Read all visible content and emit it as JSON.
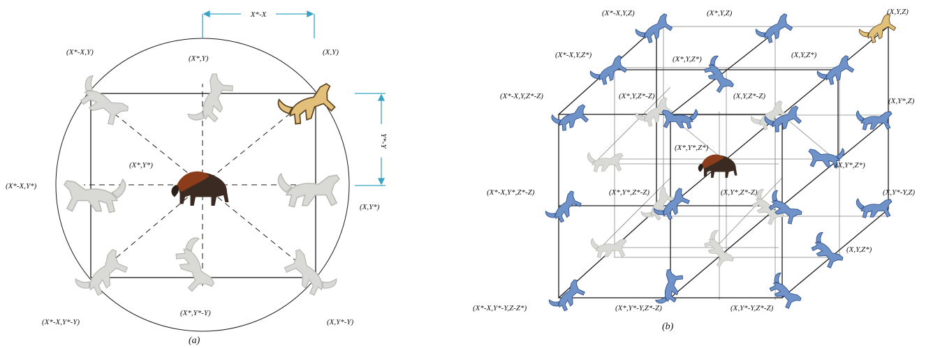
{
  "panel_a": {
    "caption": "(a)",
    "dim_x": "X*-X",
    "dim_y": "Y*-Y",
    "labels": {
      "tl": "(X*-X,Y)",
      "t": "(X*,Y)",
      "tr": "(X,Y)",
      "c": "(X*,Y*)",
      "l": "(X*-X,Y*)",
      "r": "(X,Y*)",
      "bl": "(X*-X,Y*-Y)",
      "b": "(X*,Y*-Y)",
      "br": "(X,Y*-Y)"
    }
  },
  "panel_b": {
    "caption": "(b)",
    "labels": {
      "b_top_left": "(X*-X,Y,Z)",
      "b_top_mid": "(X*,Y,Z)",
      "b_top_right": "(X,Y,Z)",
      "b_mid_left": "(X*-X,Y,Z*)",
      "b_mid_center": "(X*,Y,Z*)",
      "b_mid_right": "(X,Y,Z*)",
      "b_front_tl": "(X*-X,Y,Z*-Z)",
      "b_front_tm": "(X*,Y,Z*-Z)",
      "b_front_tr": "(X,Y,Z*-Z)",
      "b_back_r_mid": "(X,Y*,Z)",
      "b_center": "(X*,Y*,Z*)",
      "b_right_center": "(X,Y*,Z*)",
      "b_front_ml": "(X*-X,Y*,Z*-Z)",
      "b_front_mm": "(X*,Y*,Z*-Z)",
      "b_front_mr": "(X,Y*,Z*-Z)",
      "b_back_r_low": "(X,Y*-Y,Z)",
      "b_right_low": "(X,Y,Z*)",
      "b_front_bl": "(X*-X,Y*-Y,Z-Z*)",
      "b_front_bm": "(X*,Y*-Y,Z*-Z)",
      "b_front_br": "(X,Y*-Y,Z*-Z)"
    }
  },
  "colors": {
    "line": "#1a1a1a",
    "thin": "#888888",
    "dim": "#3aa3c4",
    "wolf_gray": "#d9d9d6",
    "wolf_blue": "#6f93c9",
    "wolf_gold": "#e2c07a",
    "bison_brown": "#6b3a1e"
  }
}
